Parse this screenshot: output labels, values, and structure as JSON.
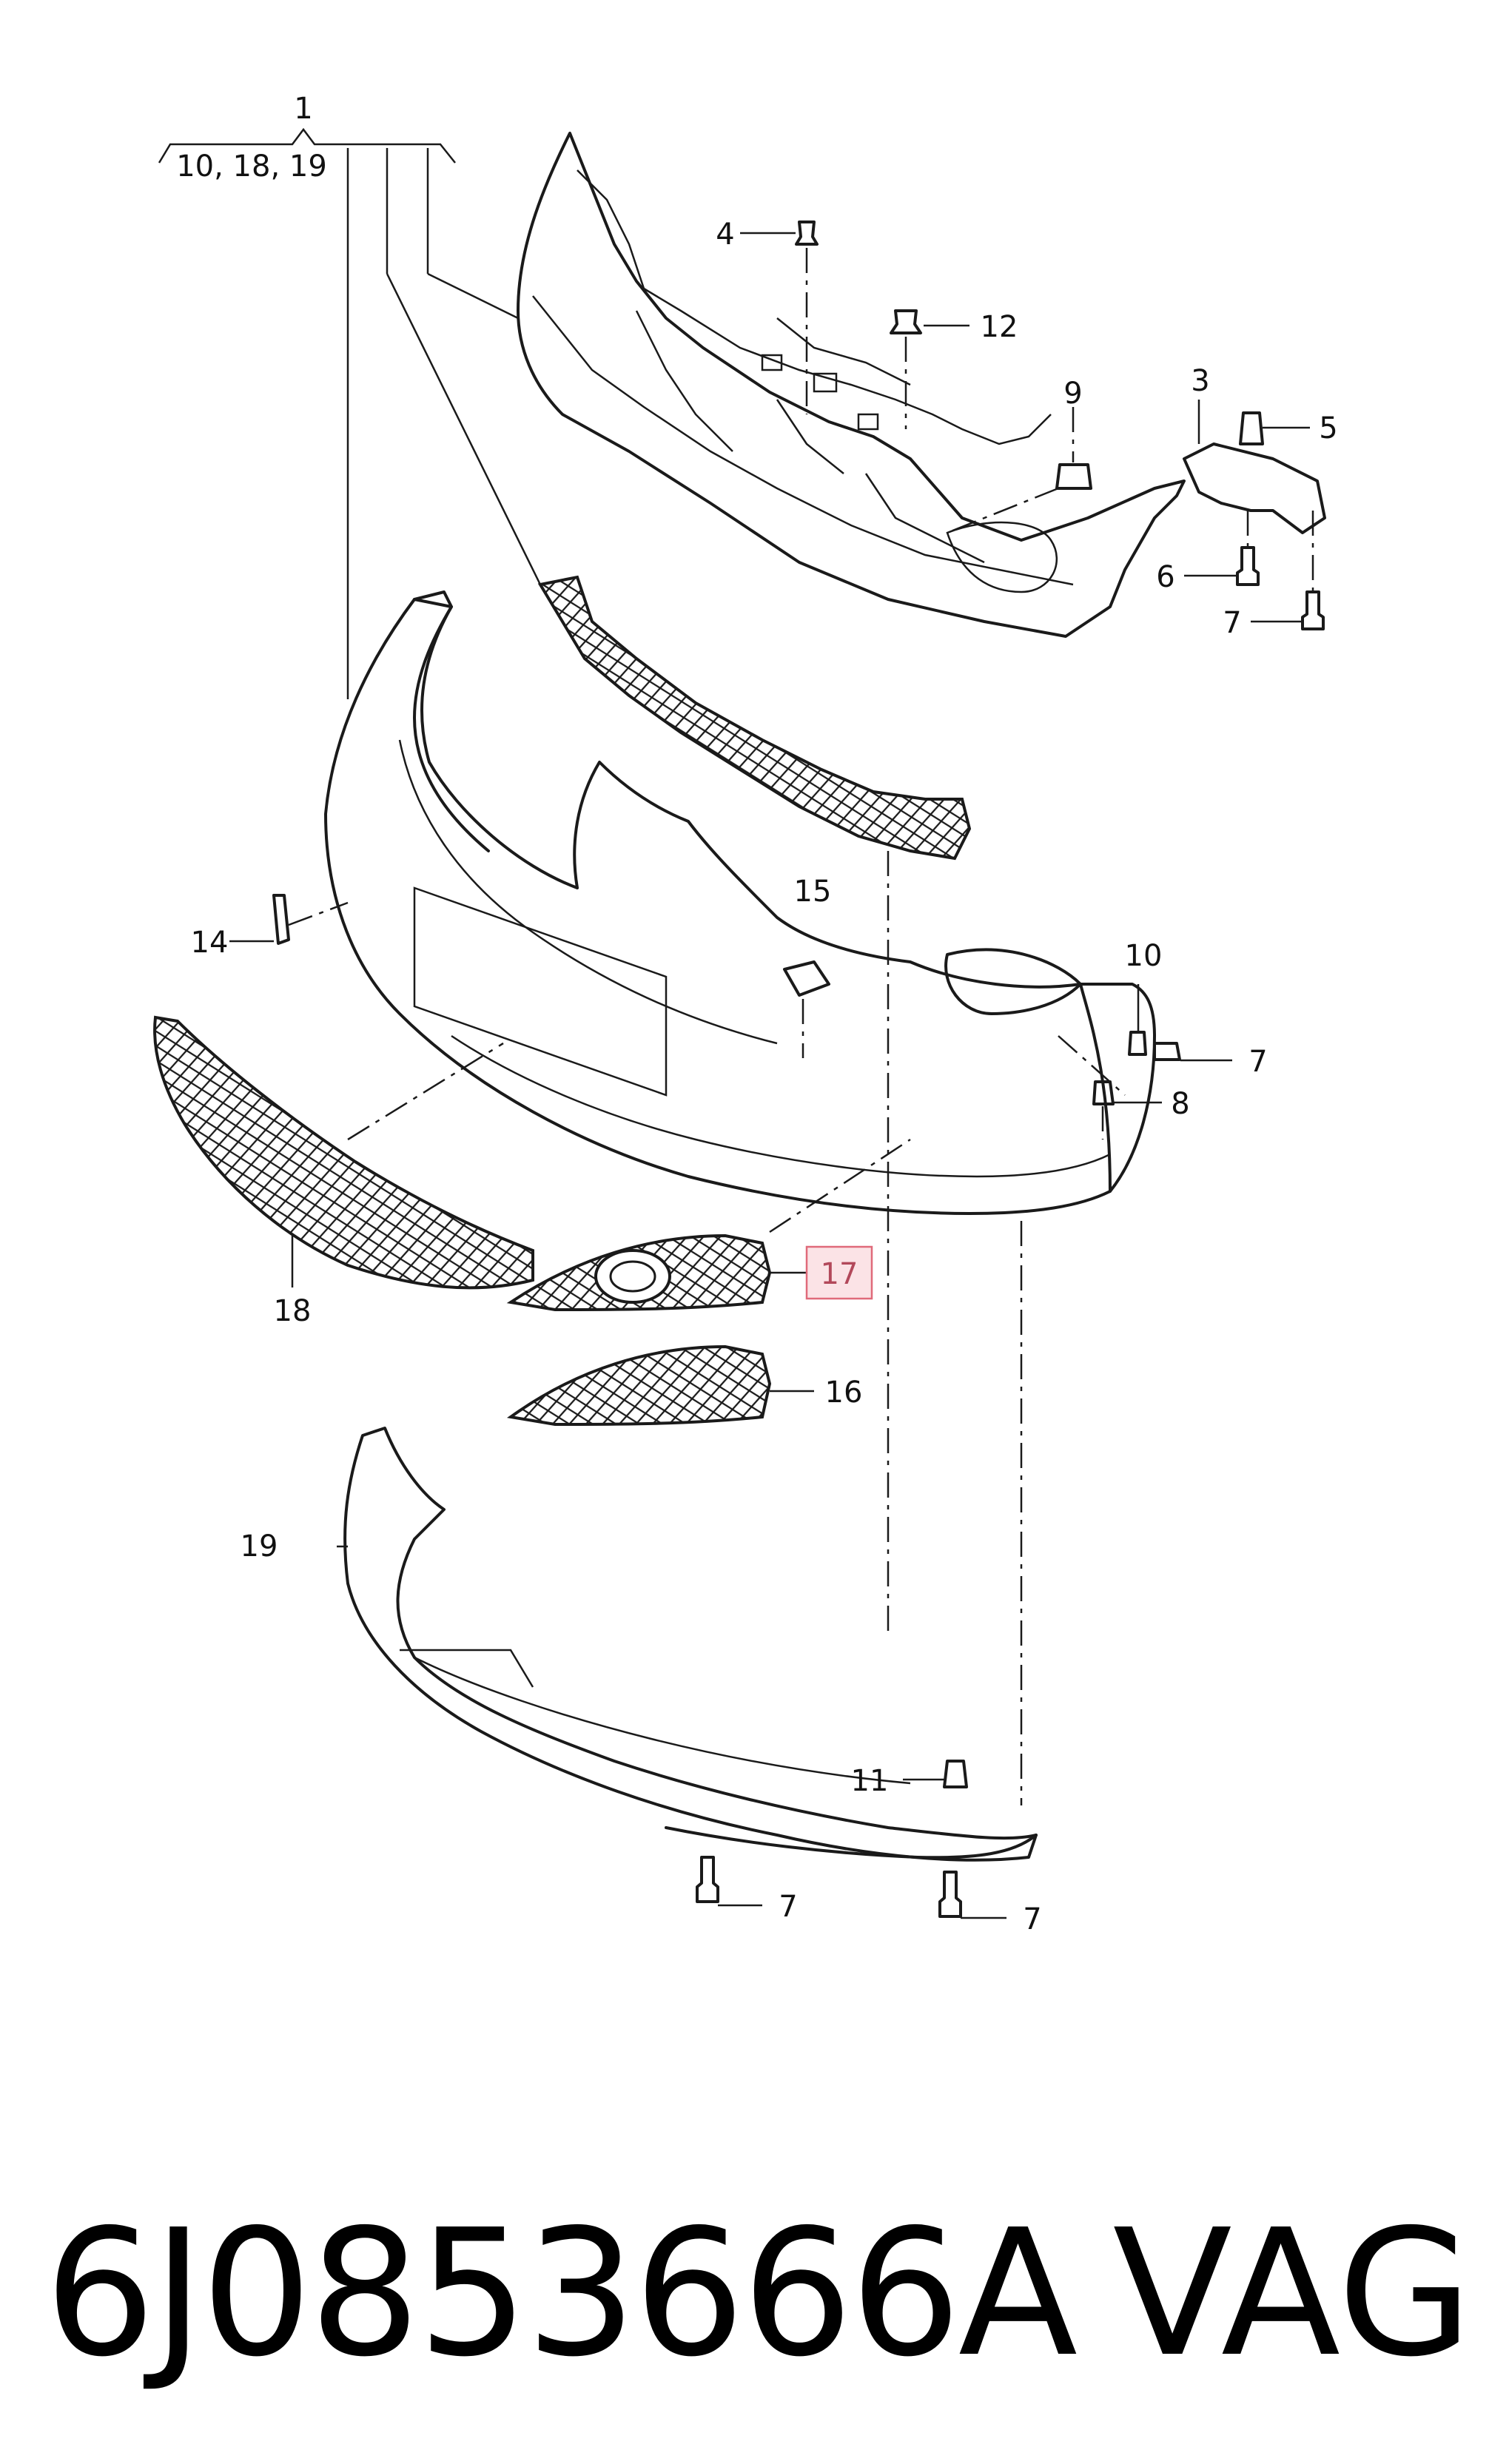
{
  "diagram": {
    "callouts": [
      {
        "id": "c1",
        "text": "1"
      },
      {
        "id": "c1sub",
        "text": "10, 18, 19"
      },
      {
        "id": "c4",
        "text": "4"
      },
      {
        "id": "c12",
        "text": "12"
      },
      {
        "id": "c9",
        "text": "9"
      },
      {
        "id": "c3",
        "text": "3"
      },
      {
        "id": "c5",
        "text": "5"
      },
      {
        "id": "c6",
        "text": "6"
      },
      {
        "id": "c7a",
        "text": "7"
      },
      {
        "id": "c15",
        "text": "15"
      },
      {
        "id": "c14",
        "text": "14"
      },
      {
        "id": "c10",
        "text": "10"
      },
      {
        "id": "c7b",
        "text": "7"
      },
      {
        "id": "c8",
        "text": "8"
      },
      {
        "id": "c17",
        "text": "17"
      },
      {
        "id": "c18",
        "text": "18"
      },
      {
        "id": "c16",
        "text": "16"
      },
      {
        "id": "c19",
        "text": "19"
      },
      {
        "id": "c11",
        "text": "11"
      },
      {
        "id": "c7c",
        "text": "7"
      },
      {
        "id": "c7d",
        "text": "7"
      }
    ],
    "highlighted_callout": "17",
    "highlight_color": "#e06a7a"
  },
  "footer": {
    "part_number": "6J0853666A",
    "brand": "VAG"
  }
}
